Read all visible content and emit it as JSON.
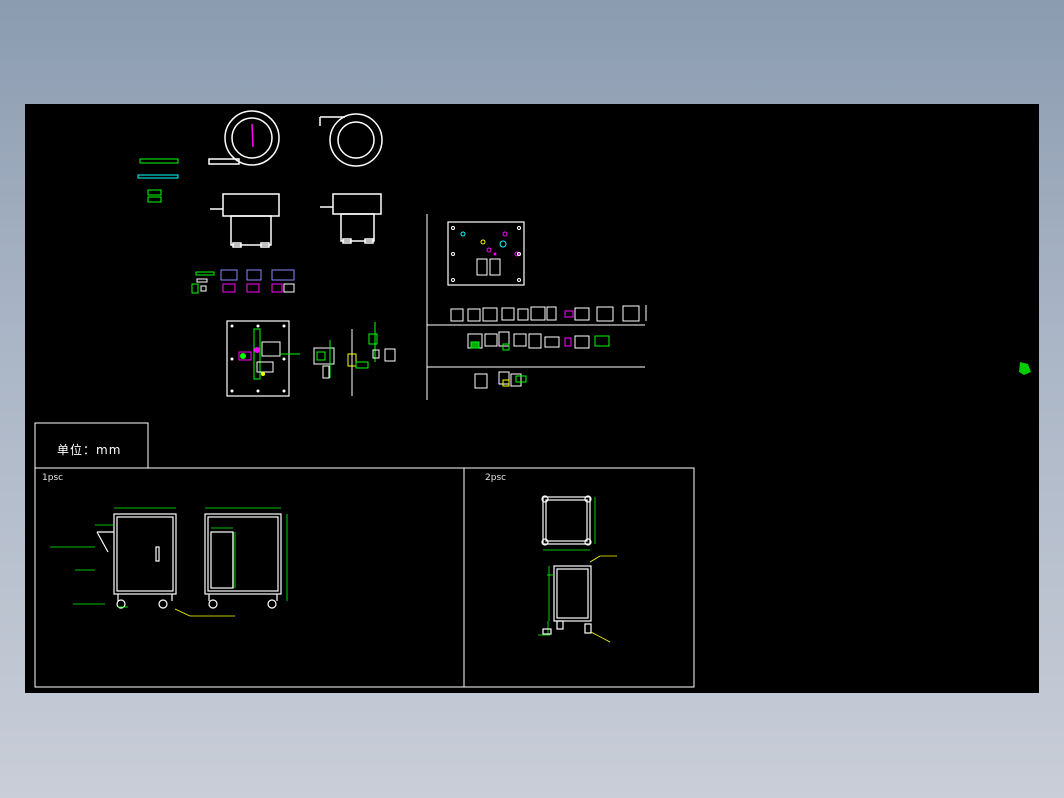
{
  "drawing": {
    "unit_label": "单位：mm",
    "panel_left_qty": "1psc",
    "panel_right_qty": "2psc"
  },
  "colors": {
    "background_outer": "#9aa6b8",
    "canvas": "#000000",
    "line_white": "#ffffff",
    "dimension_green": "#00ff00",
    "annotation_yellow": "#ffff00",
    "accent_magenta": "#ff00ff",
    "accent_cyan": "#00ffff"
  }
}
